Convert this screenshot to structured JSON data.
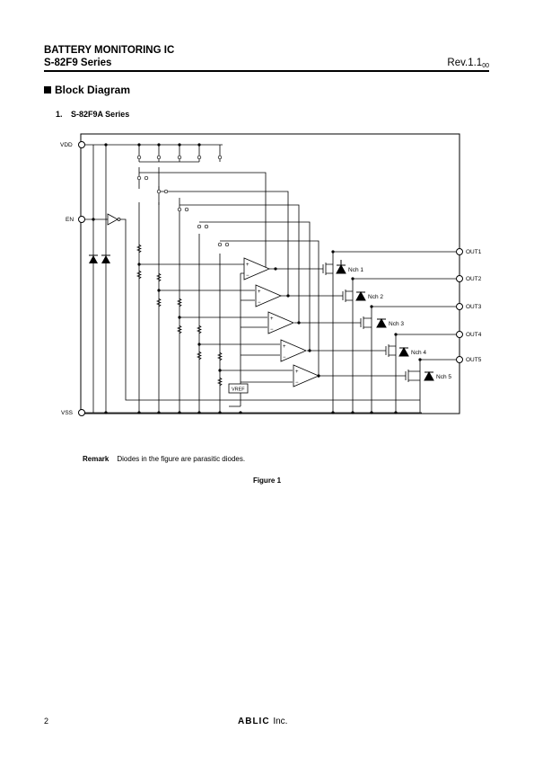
{
  "header": {
    "title": "BATTERY MONITORING IC",
    "series": "S-82F9 Series",
    "revision": "Rev.1.1",
    "revision_sub": "00"
  },
  "section": {
    "title": "Block Diagram",
    "item_number": "1.",
    "item_title": "S-82F9A Series"
  },
  "diagram": {
    "pins_left": [
      "VDD",
      "EN",
      "VSS"
    ],
    "pins_right": [
      "OUT1",
      "OUT2",
      "OUT3",
      "OUT4",
      "OUT5"
    ],
    "transistors": [
      "Nch 1",
      "Nch 2",
      "Nch 3",
      "Nch 4",
      "Nch 5"
    ],
    "vref_label": "VREF"
  },
  "remark": {
    "label": "Remark",
    "text": "Diodes in the figure are parasitic diodes."
  },
  "figure_caption": "Figure 1",
  "footer": {
    "page_number": "2",
    "logo": "ABLIC",
    "logo_suffix": "Inc."
  }
}
